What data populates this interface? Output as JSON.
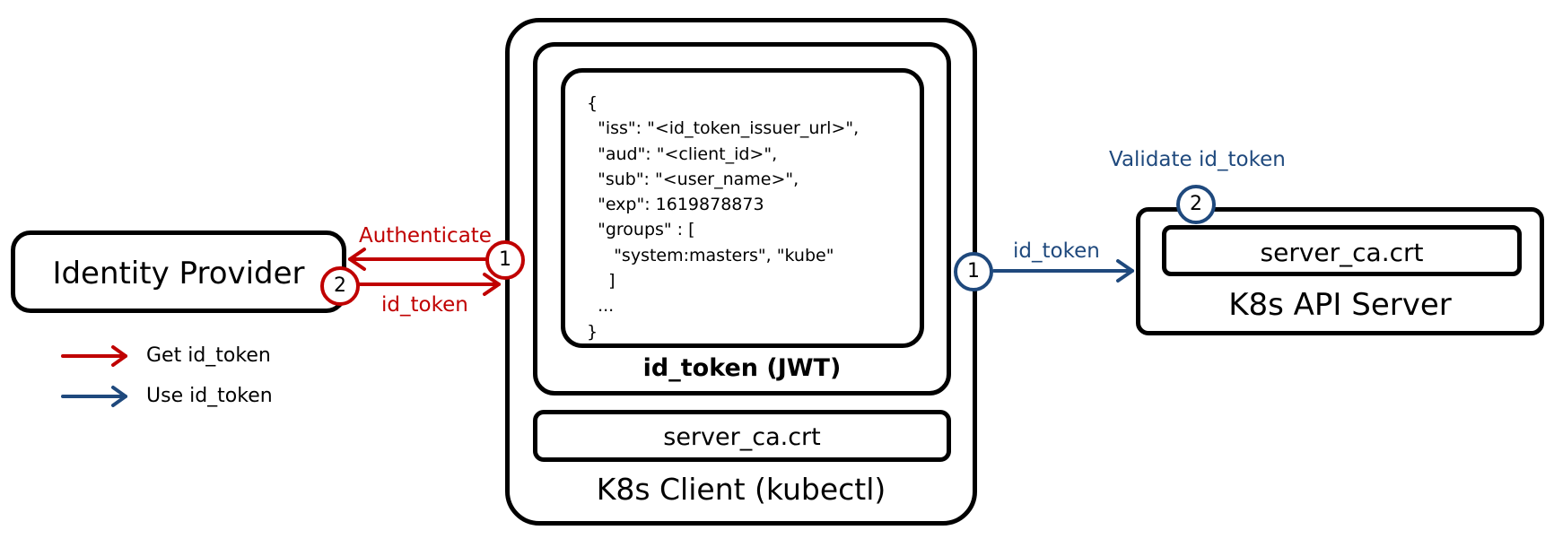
{
  "identity_provider": {
    "title": "Identity Provider"
  },
  "client": {
    "title": "K8s Client (kubectl)",
    "jwt_title_bold": "id_token",
    "jwt_title_rest": " (JWT)",
    "server_ca": "server_ca.crt",
    "json_lines": [
      "{",
      "  \"iss\": \"<id_token_issuer_url>\",",
      "  \"aud\": \"<client_id>\",",
      "  \"sub\": \"<user_name>\",",
      "  \"exp\": 1619878873",
      "  \"groups\" : [",
      "     \"system:masters\", \"kube\"",
      "    ]",
      "  ...",
      "}"
    ]
  },
  "api_server": {
    "title": "K8s API Server",
    "server_ca": "server_ca.crt"
  },
  "flows": {
    "authenticate_label": "Authenticate",
    "id_token_return_label": "id_token",
    "id_token_send_label": "id_token",
    "validate_label": "Validate id_token",
    "step_auth": "1",
    "step_return": "2",
    "step_send": "1",
    "step_validate": "2"
  },
  "legend": {
    "get_label": "Get id_token",
    "use_label": "Use id_token"
  },
  "colors": {
    "get_flow": "#c00000",
    "use_flow": "#1f497d"
  }
}
